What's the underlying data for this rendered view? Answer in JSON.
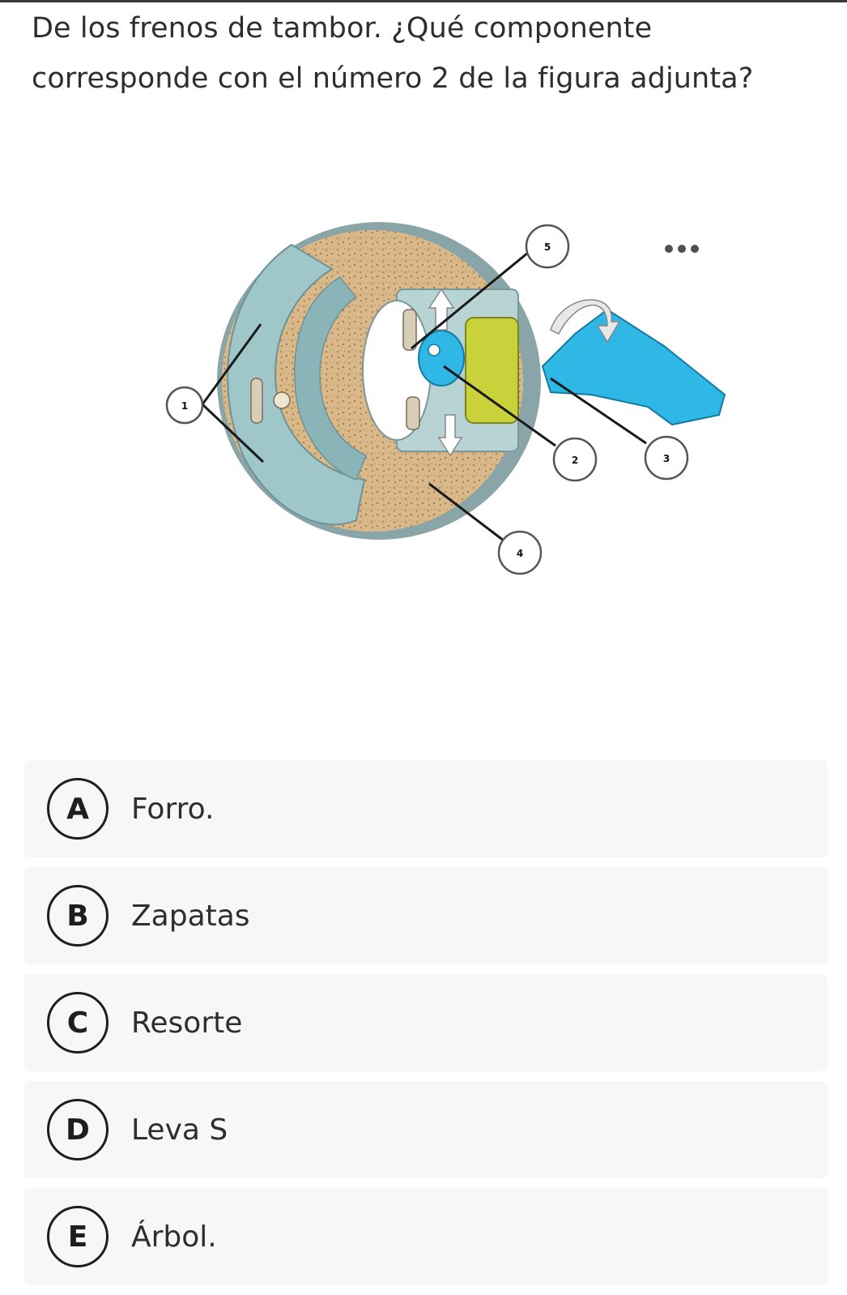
{
  "question": {
    "line1": "De los frenos de tambor. ¿Qué componente",
    "line2": "corresponde con el número 2 de la figura adjunta?"
  },
  "figure": {
    "callouts": [
      "1",
      "2",
      "3",
      "4",
      "5"
    ],
    "colors": {
      "lining": "#d8b987",
      "drum": "#9fc6c9",
      "backing_plate": "#b8d3d4",
      "cam": "#2fb7e6",
      "chamber": "#c9d23a"
    }
  },
  "menu": {
    "icon": "more-horizontal-icon"
  },
  "options": [
    {
      "letter": "A",
      "text": "Forro."
    },
    {
      "letter": "B",
      "text": "Zapatas"
    },
    {
      "letter": "C",
      "text": "Resorte"
    },
    {
      "letter": "D",
      "text": "Leva S"
    },
    {
      "letter": "E",
      "text": "Árbol."
    }
  ]
}
